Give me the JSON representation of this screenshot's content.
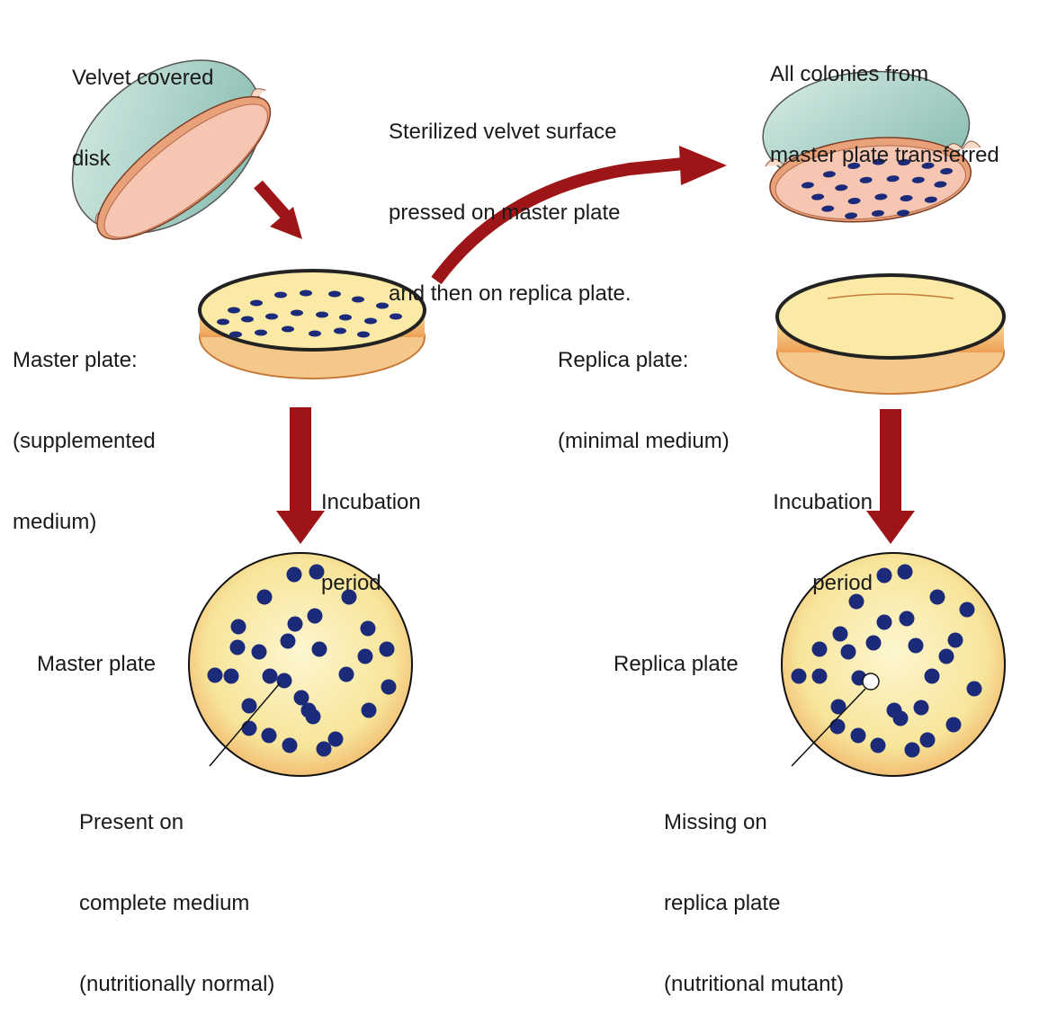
{
  "labels": {
    "velvet_disk": [
      "Velvet covered",
      "disk"
    ],
    "transfer_step": [
      "Sterilized velvet surface",
      "pressed on master plate",
      "and then on replica plate."
    ],
    "all_colonies": [
      "All colonies from",
      "master plate transferred"
    ],
    "master_plate_top": [
      "Master plate:",
      "(supplemented",
      "medium)"
    ],
    "replica_plate_top": [
      "Replica plate:",
      "(minimal medium)"
    ],
    "incubation_left": [
      "Incubation",
      "period"
    ],
    "incubation_right": [
      "Incubation",
      "period"
    ],
    "master_plate_bottom": "Master plate",
    "replica_plate_bottom": "Replica plate",
    "present_note": [
      "Present on",
      "complete medium",
      "(nutritionally normal)"
    ],
    "missing_note": [
      "Missing on",
      "replica plate",
      "(nutritional mutant)"
    ]
  },
  "colors": {
    "arrow": "#9e1518",
    "colony": "#1c2a7a",
    "plate_yellow": "#f7e9a0",
    "plate_orange": "#f0b066",
    "velvet_pink": "#f6c6b2",
    "disk_teal": "#a9d3c8"
  }
}
